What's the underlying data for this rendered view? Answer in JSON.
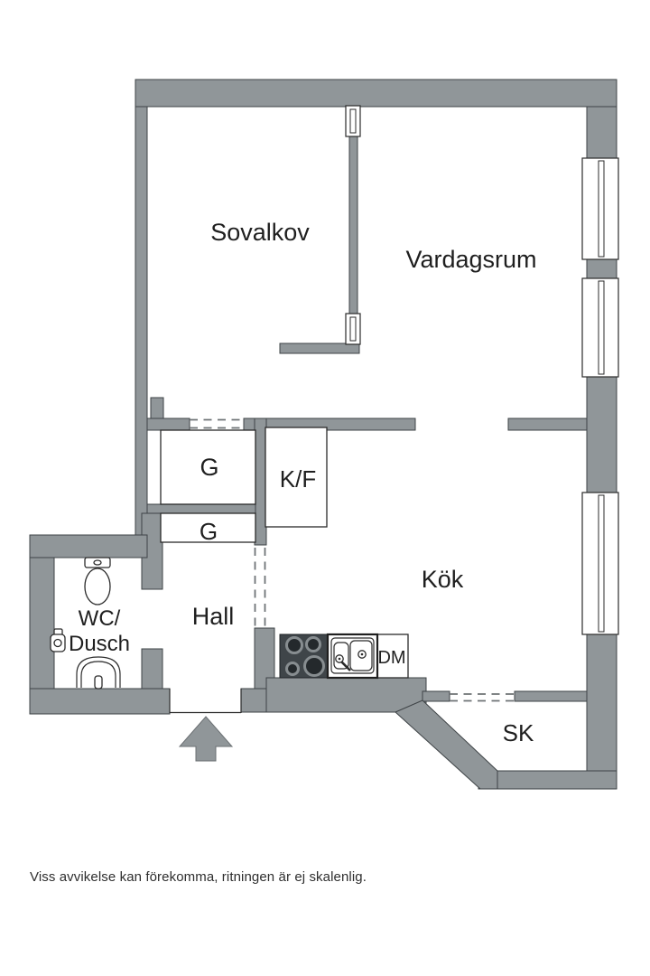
{
  "labels": {
    "sovalkov": "Sovalkov",
    "vardagsrum": "Vardagsrum",
    "kok": "Kök",
    "hall": "Hall",
    "wc_line1": "WC/",
    "wc_line2": "Dusch",
    "sk": "SK",
    "closet_upper": "G",
    "closet_lower": "G",
    "fridge_freezer": "K/F",
    "dishwasher": "DM"
  },
  "disclaimer": "Viss avvikelse kan förekomma, ritningen är ej skalenlig.",
  "colors": {
    "wall": "#909699",
    "wall_outline": "#3e4346",
    "dashed_opening": "#6e7376",
    "text": "#1f1f1f",
    "background": "#ffffff",
    "stove_top": "#3f4549",
    "burner_ring": "#878d90",
    "burner_center": "#24292c",
    "fixture_line": "#2b2b2b"
  }
}
